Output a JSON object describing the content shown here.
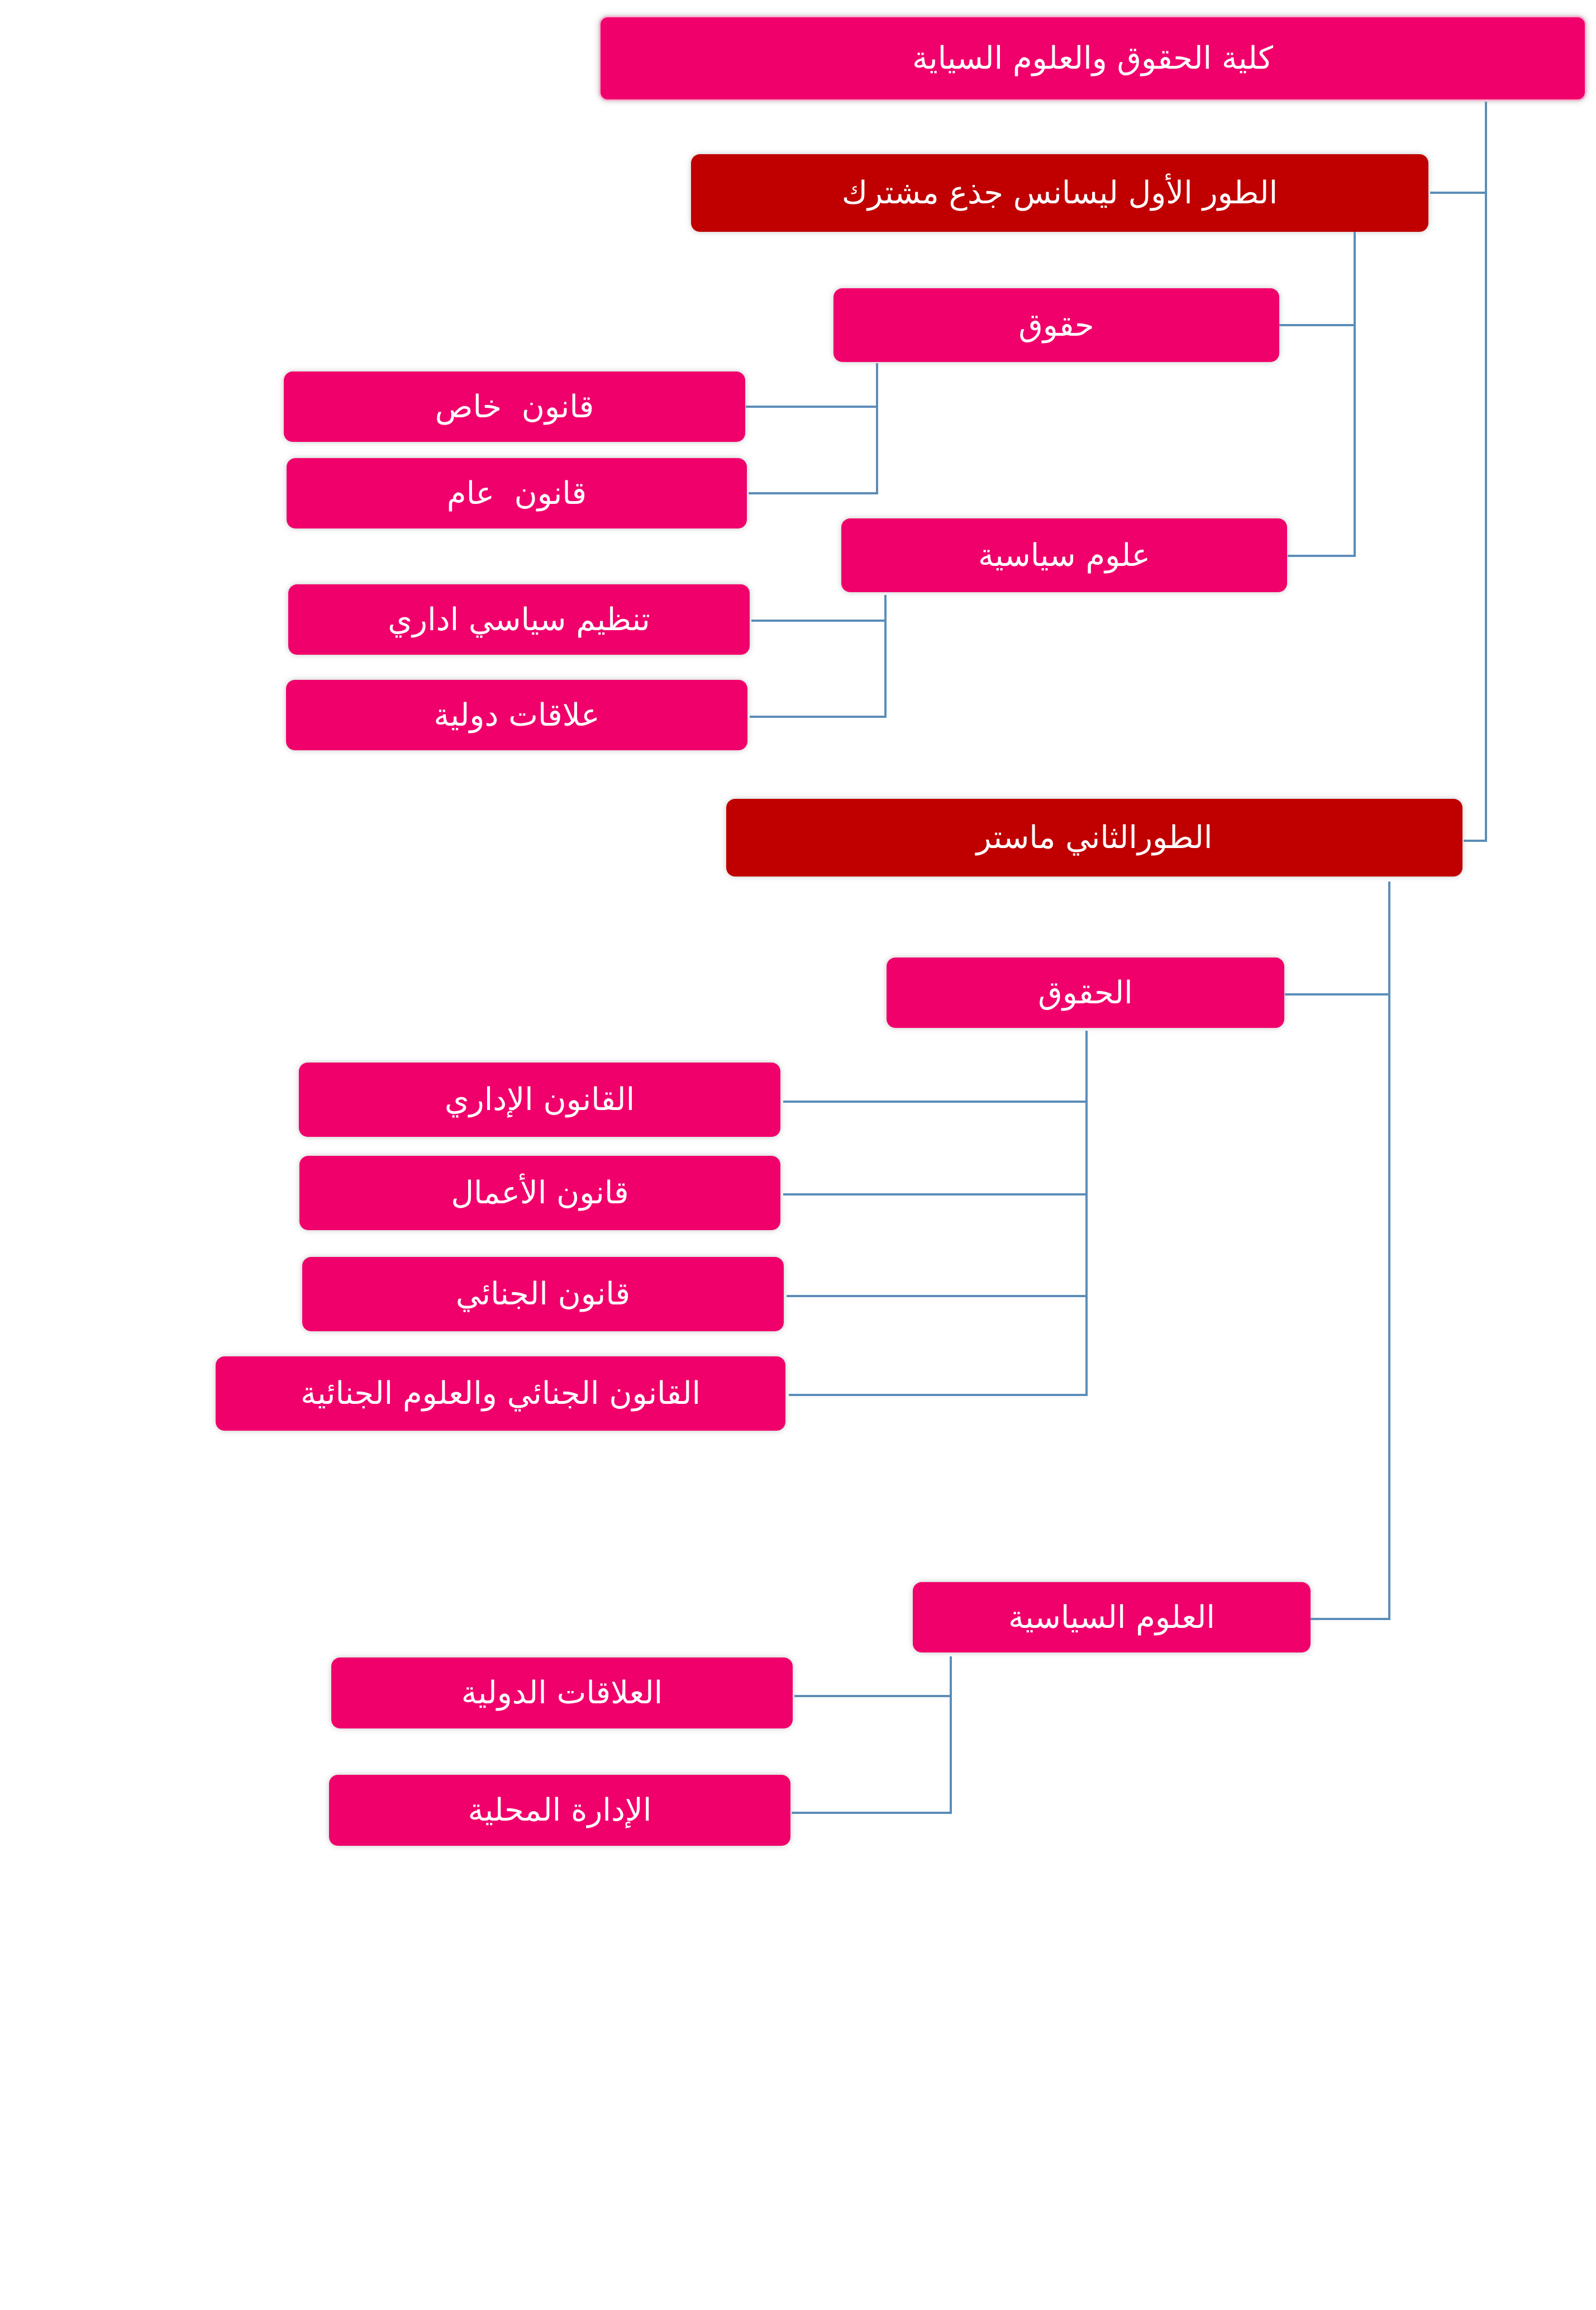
{
  "colors": {
    "primary_box": "#f0006b",
    "level_box": "#c00000",
    "connector": "#5b8db8",
    "text": "#ffffff"
  },
  "diagram": {
    "root": {
      "label": "كلية الحقوق والعلوم السياية"
    },
    "cycles": [
      {
        "label": "الطور الأول ليسانس جذع مشترك",
        "branches": [
          {
            "label": "حقوق",
            "specialties": [
              "قانون  خاص",
              "قانون  عام"
            ]
          },
          {
            "label": "علوم سياسية",
            "specialties": [
              "تنظيم سياسي اداري",
              "علاقات دولية"
            ]
          }
        ]
      },
      {
        "label": "الطورالثاني ماستر",
        "branches": [
          {
            "label": "الحقوق",
            "specialties": [
              "القانون الإداري",
              "قانون الأعمال",
              "قانون الجنائي",
              "القانون الجنائي والعلوم الجنائية"
            ]
          },
          {
            "label": "العلوم السياسية",
            "specialties": [
              "العلاقات الدولية",
              "الإدارة المحلية"
            ]
          }
        ]
      }
    ]
  }
}
